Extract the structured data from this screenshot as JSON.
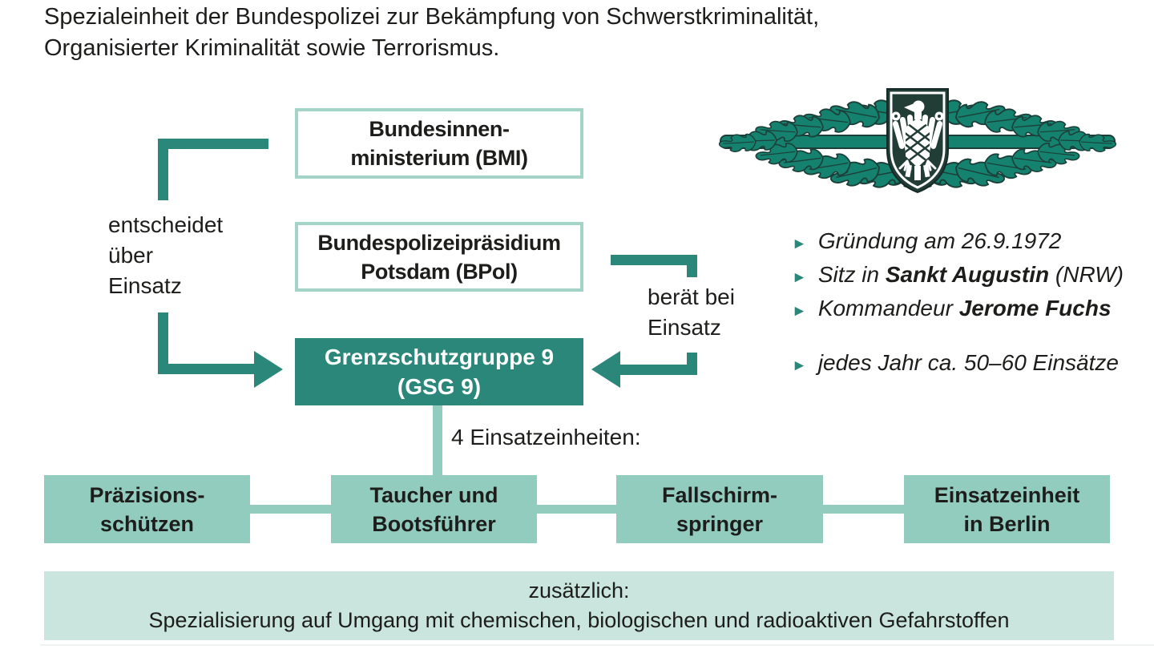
{
  "page": {
    "intro": "Spezialeinheit der Bundespolizei zur Bekämpfung von Schwerstkriminalität,\nOrganisierter Kriminalität sowie Terrorismus."
  },
  "org": {
    "bmi": "Bundesinnen-\nministerium (BMI)",
    "bpol": "Bundespolizeipräsidium\nPotsdam (BPol)",
    "gsg9": "Grenzschutzgruppe 9\n(GSG 9)",
    "left_arrow_label": "entscheidet\nüber\nEinsatz",
    "right_arrow_label": "berät bei\nEinsatz",
    "units_caption": "4 Einsatzeinheiten:",
    "units": [
      "Präzisions-\nschützen",
      "Taucher und\nBootsführer",
      "Fallschirm-\nspringer",
      "Einsatzeinheit\nin Berlin"
    ],
    "additional_title": "zusätzlich:",
    "additional_text": "Spezialisierung auf Umgang mit chemischen, biologischen und radioaktiven Gefahrstoffen"
  },
  "facts": {
    "bullet": "►",
    "founding": "Gründung am 26.9.1972",
    "seat_prefix": "Sitz in ",
    "seat_bold": "Sankt Augustin",
    "seat_suffix": " (NRW)",
    "commander_prefix": "Kommandeur ",
    "commander_bold": "Jerome Fuchs",
    "missions": "jedes Jahr ca. 50–60 Einsätze"
  },
  "emblem": {
    "name": "gsg9-badge-oak-wreath-with-federal-eagle"
  },
  "colors": {
    "teal_dark": "#2b8779",
    "teal_mid": "#92ccbe",
    "teal_border": "#a3d4c7",
    "teal_light": "#c9e5dd",
    "emblem_green": "#15826f",
    "emblem_outline": "#1c3f39",
    "shield_dark": "#223c36",
    "text": "#1d1d1b"
  }
}
